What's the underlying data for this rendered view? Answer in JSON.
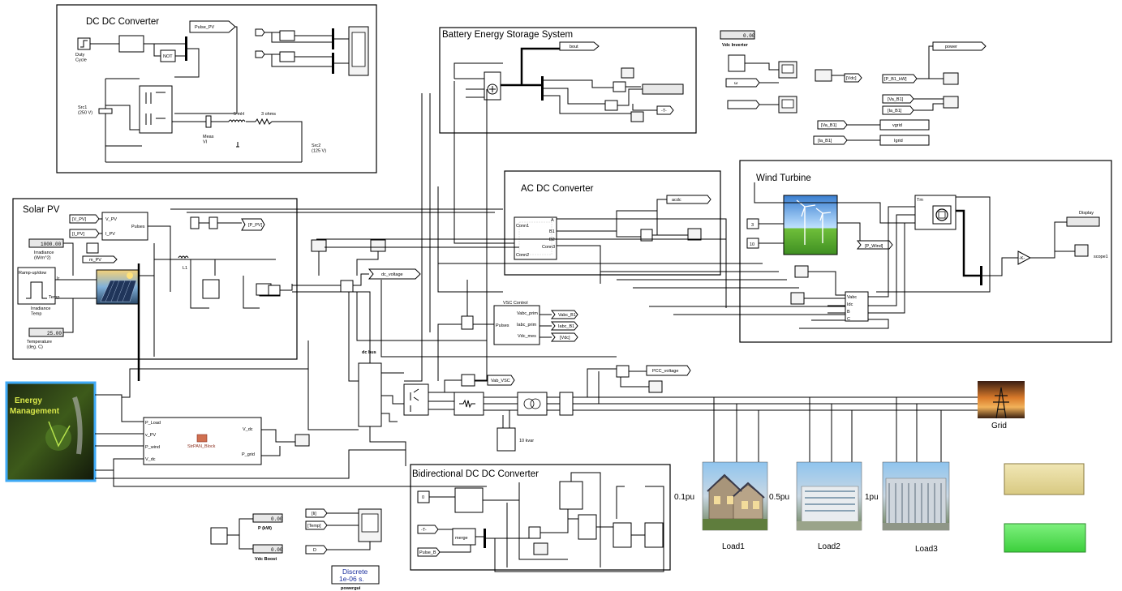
{
  "subsystems": {
    "dcdc": "DC DC Converter",
    "bess": "Battery Energy Storage System",
    "solar": "Solar PV",
    "acdc": "AC DC Converter",
    "wind": "Wind Turbine",
    "bidir": "Bidirectional DC DC Converter",
    "vsc": "VSC Control"
  },
  "dcdc_labels": {
    "pulse": "Pulse_PV",
    "duty": "Duty\nCycle",
    "not": "NOT",
    "src1": "Src1\n(250 V)",
    "meas": "Meas\nVI",
    "ind": "5 mH",
    "res": "3 ohms",
    "src2": "Src2\n(125 V)"
  },
  "bess_labels": {
    "bout": "bout",
    "gain": "-T-"
  },
  "top_right": {
    "vdc_value": "0.00",
    "vdc_label": "Vdc Inverter",
    "vdc_tag": "[Vdc]",
    "power": "power",
    "p_b1": "[P_B1_kW]",
    "va_b1": "[Va_B1]",
    "ia_b1": "[Ia_B1]",
    "vgrid": "vgrid",
    "igrid": "Igrid"
  },
  "solar_labels": {
    "v_pv": "[V_PV]",
    "i_pv": "[I_PV]",
    "v_in": "V_PV",
    "i_in": "I_PV",
    "pulses": "Pulses",
    "p_pv": "[P_PV]",
    "irr_value": "1000.00",
    "irr_label": "Irradiance\n(W/m^2)",
    "ramp": "Ramp-up/dow",
    "irr_temp": "Irradiance\nTemp",
    "temp_value": "25.00",
    "temp_label": "Temperature\n(deg. C)",
    "m_pv": "m_PV",
    "ir": "Ir",
    "temp": "Temp",
    "l1": "L1",
    "dc_voltage": "dc_voltage"
  },
  "acdc_labels": {
    "acdc": "acdc",
    "ports_l": [
      "Conn1",
      "Conn2"
    ],
    "ports_r": [
      "A",
      "B1",
      "B2",
      "Conn3"
    ]
  },
  "wind_labels": {
    "w3": "3",
    "w10": "10",
    "pwind": "[P_Wind]",
    "tm": "Tm",
    "display": "Display",
    "scope1": "scope1",
    "k": "-K-",
    "ports": [
      "Vabc",
      "Idc",
      "B",
      "C"
    ]
  },
  "vsc_labels": {
    "pulses": "Pulses",
    "vabc": "Vabc_prim",
    "iabc": "Iabc_prim",
    "vdcmes": "Vdc_mes",
    "vabc_b1": "Vabc_B1",
    "iabc_b1": "Iabc_B1",
    "vdc": "[Vdc]"
  },
  "main": {
    "dc_bus": "dc bus",
    "vab_vsc": "Vab_VSC",
    "pcc": "PCC_voltage",
    "kvar": "10 kvar",
    "grid": "Grid"
  },
  "energy": {
    "image_text": "Energy\nManagement",
    "block": "StrPAN_Block",
    "inputs": [
      "P_Load",
      "v_PV",
      "P_wind",
      "V_dc"
    ],
    "outputs": [
      "V_dc",
      "P_grid"
    ]
  },
  "bottom": {
    "p_value": "0.00",
    "p_label": "P (kW)",
    "vdc_value": "0.00",
    "vdc_label": "Vdc Boost",
    "tag_ii": "[Ii]",
    "tag_temp": "[Temp]",
    "tag_d": "D",
    "powergui_line1": "Discrete",
    "powergui_line2": "1e-06 s.",
    "powergui_label": "powergui"
  },
  "bidir_labels": {
    "b0": "0",
    "bt": "-T-",
    "merge": "merge",
    "pulse": "Pulse_B"
  },
  "loads": [
    {
      "pu": "0.1pu",
      "name": "Load1"
    },
    {
      "pu": "0.5pu",
      "name": "Load2"
    },
    {
      "pu": "1pu",
      "name": "Load3"
    }
  ],
  "colors": {
    "tan_block": "#e6dba0",
    "green_block": "#66dd66",
    "energy_border": "#3fa9f5",
    "powergui_text": "#1a2e9e"
  }
}
